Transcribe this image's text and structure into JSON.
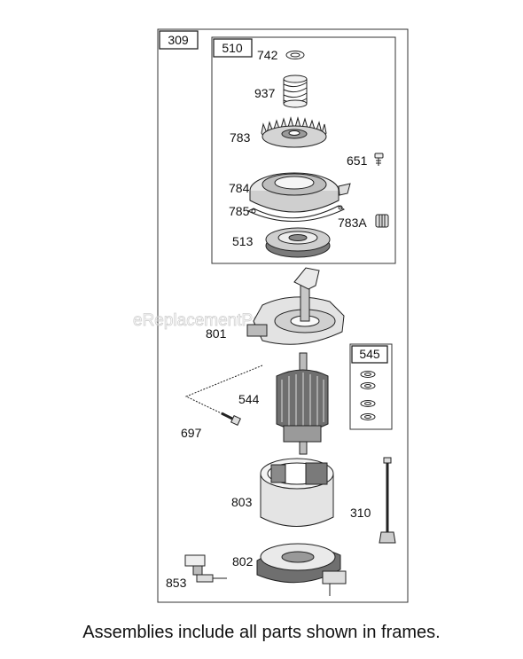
{
  "frames": {
    "outer": "309",
    "upper": "510",
    "side": "545"
  },
  "parts": {
    "p742": "742",
    "p937": "937",
    "p783": "783",
    "p651": "651",
    "p784": "784",
    "p785": "785",
    "p783a": "783A",
    "p513": "513",
    "p801": "801",
    "p544": "544",
    "p697": "697",
    "p803": "803",
    "p310": "310",
    "p802": "802",
    "p853": "853"
  },
  "watermark": "eReplacementParts.com",
  "caption": "Assemblies include all parts shown in frames."
}
